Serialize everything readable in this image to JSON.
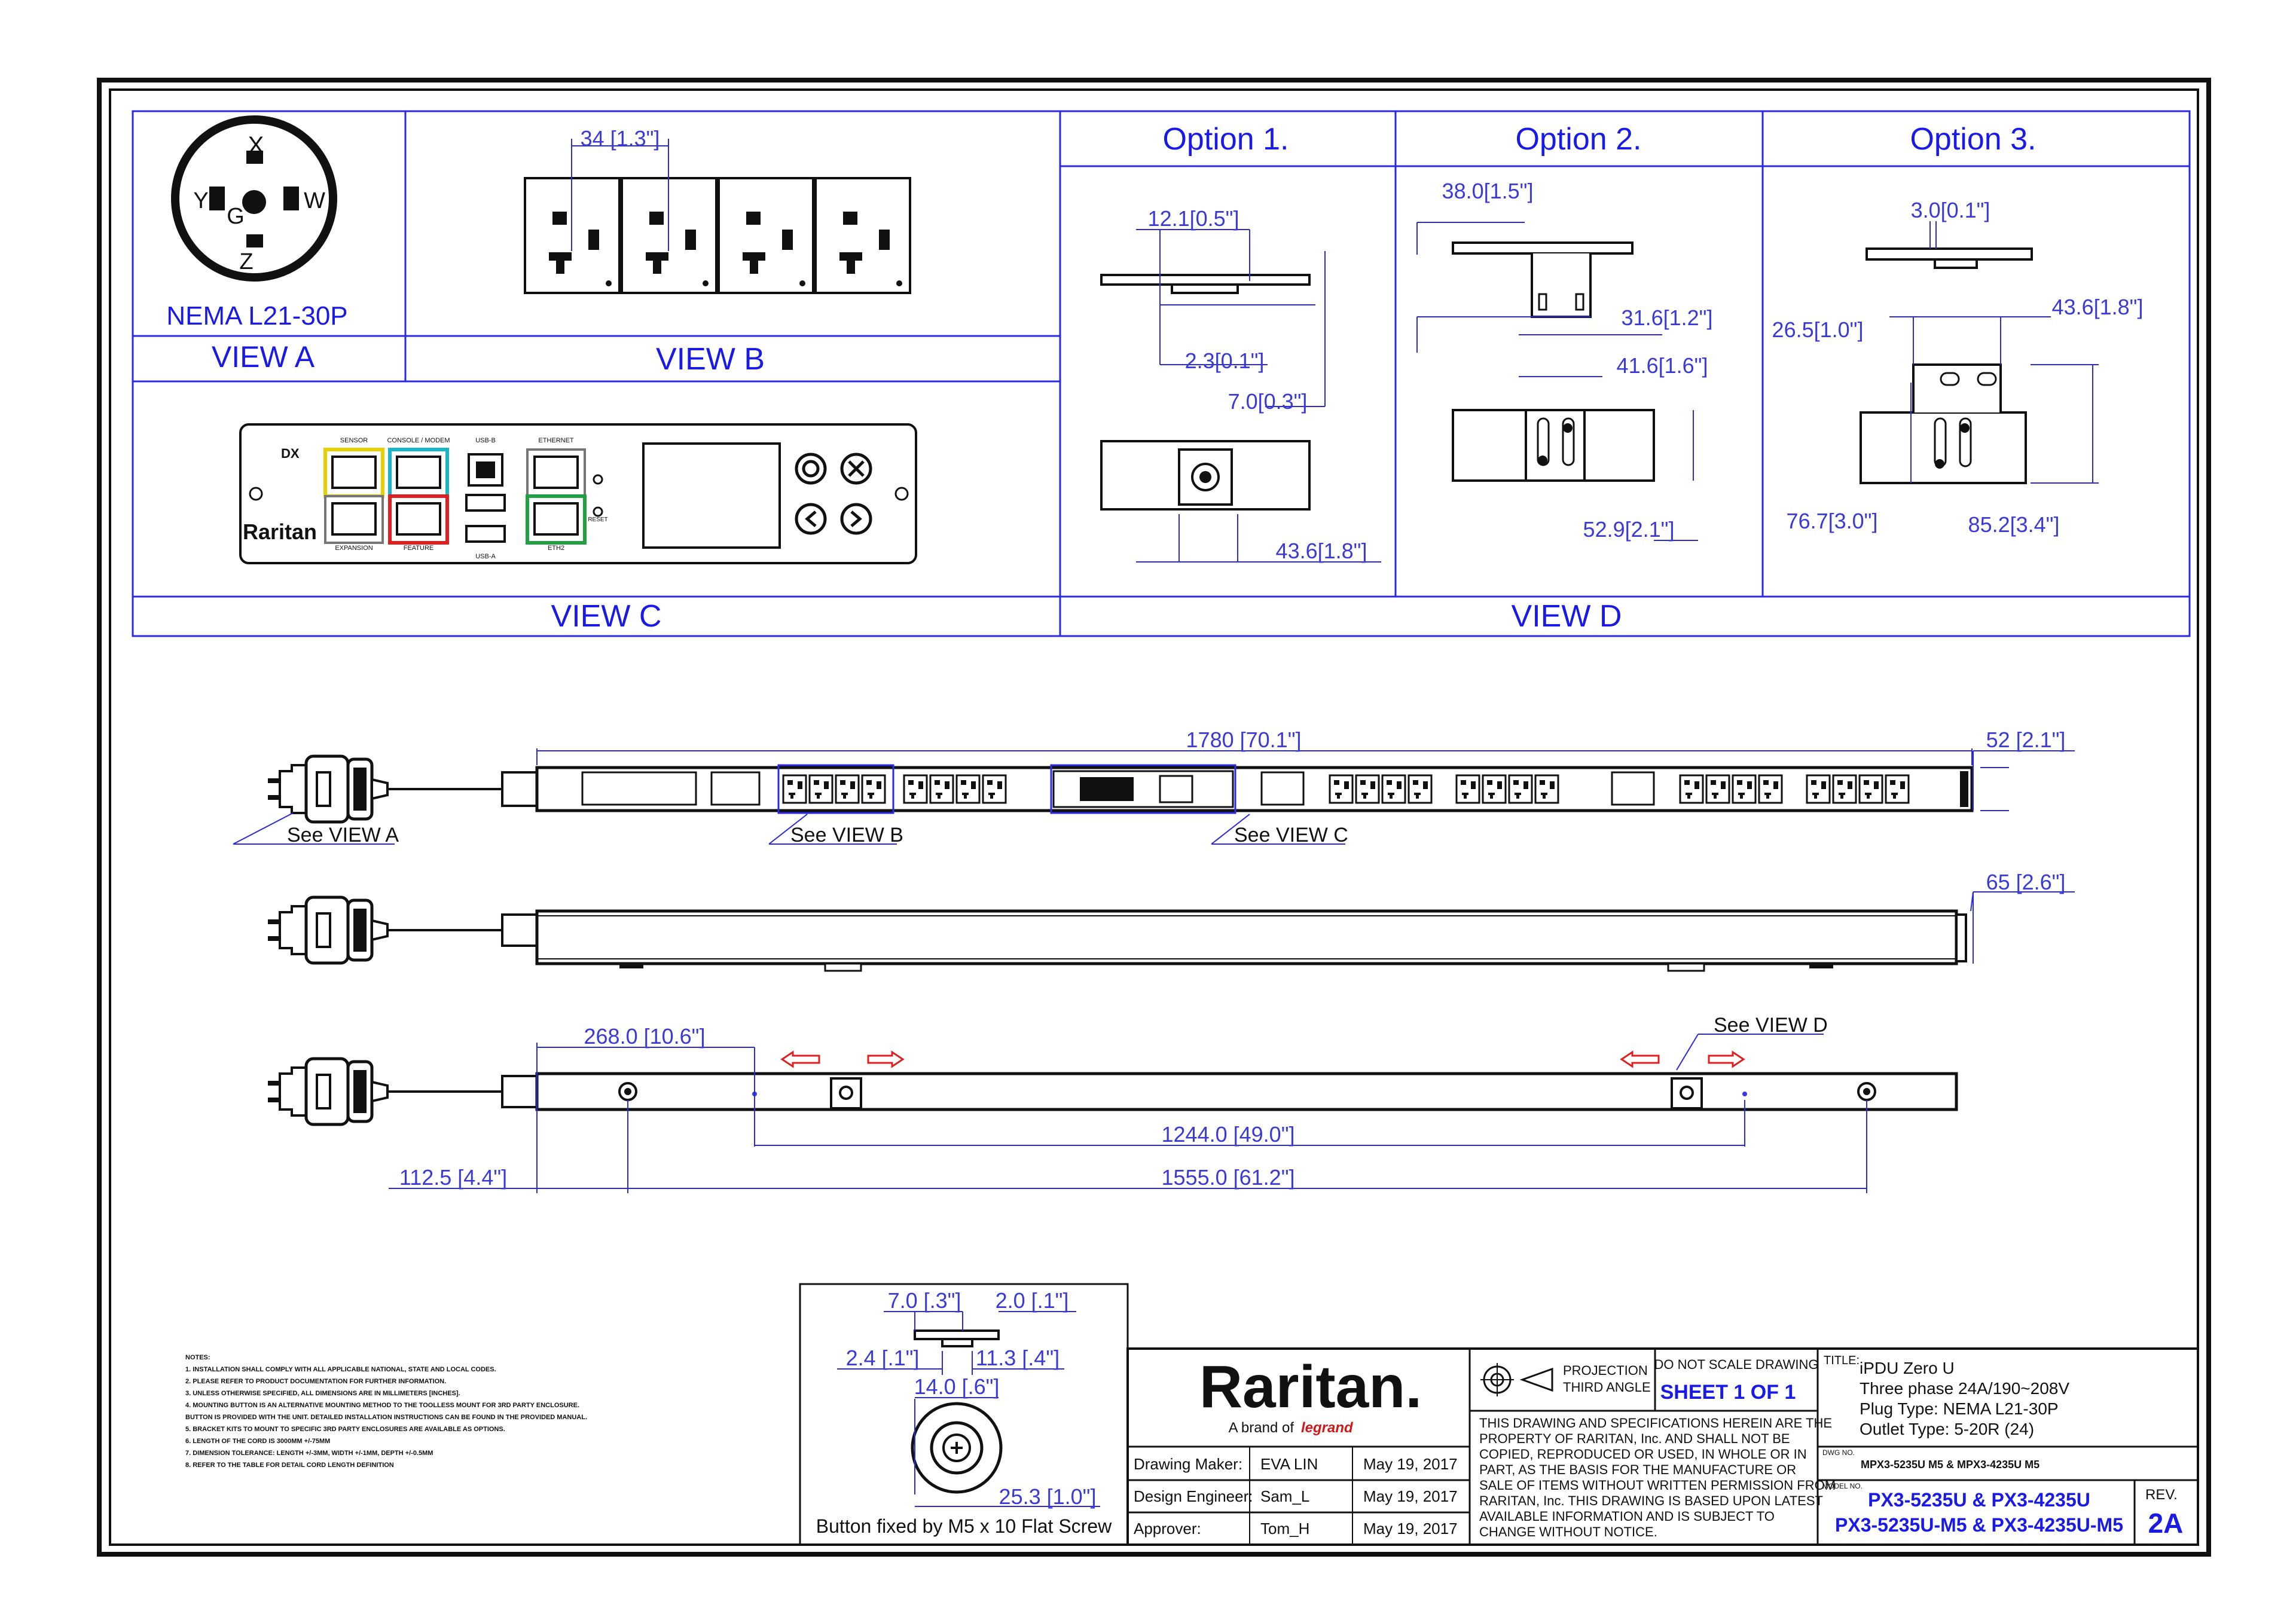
{
  "views": {
    "view_a": {
      "label": "VIEW A",
      "plug_name": "NEMA L21-30P",
      "pins": [
        "X",
        "Y",
        "W",
        "G",
        "Z"
      ]
    },
    "view_b": {
      "label": "VIEW B",
      "dim": "34 [1.3\"]"
    },
    "view_c": {
      "label": "VIEW C",
      "brand": "Raritan",
      "ports": [
        "SENSOR",
        "CONSOLE / MODEM",
        "USB-B",
        "ETHERNET",
        "EXPANSION",
        "FEATURE",
        "USB-A",
        "ETH2",
        "RESET"
      ]
    },
    "view_d": {
      "label": "VIEW D"
    }
  },
  "options": [
    {
      "label": "Option 1.",
      "dims": [
        "12.1[0.5\"]",
        "2.3[0.1\"]",
        "7.0[0.3\"]",
        "43.6[1.8\"]"
      ]
    },
    {
      "label": "Option  2.",
      "dims": [
        "38.0[1.5\"]",
        "31.6[1.2\"]",
        "41.6[1.6\"]",
        "52.9[2.1\"]"
      ]
    },
    {
      "label": "Option 3.",
      "dims": [
        "3.0[0.1\"]",
        "26.5[1.0\"]",
        "43.6[1.8\"]",
        "76.7[3.0\"]",
        "85.2[3.4\"]"
      ]
    }
  ],
  "main": {
    "length": "1780  [70.1\"]",
    "width": "52  [2.1\"]",
    "depth": "65  [2.6\"]",
    "see_view_a": "See VIEW A",
    "see_view_b": "See VIEW B",
    "see_view_c": "See VIEW C",
    "see_view_d": "See VIEW D",
    "d268": "268.0  [10.6\"]",
    "d1244": "1244.0  [49.0\"]",
    "d112": "112.5  [4.4\"]",
    "d1555": "1555.0  [61.2\"]"
  },
  "notes": {
    "title": "NOTES:",
    "items": [
      "1. INSTALLATION SHALL COMPLY WITH ALL APPLICABLE NATIONAL, STATE AND LOCAL CODES.",
      "2. PLEASE REFER TO PRODUCT DOCUMENTATION FOR FURTHER INFORMATION.",
      "3. UNLESS OTHERWISE SPECIFIED, ALL DIMENSIONS ARE IN MILLIMETERS [INCHES].",
      "4. MOUNTING BUTTON IS AN ALTERNATIVE MOUNTING METHOD TO THE TOOLLESS MOUNT FOR 3RD PARTY ENCLOSURE.",
      "   BUTTON IS PROVIDED WITH THE UNIT. DETAILED INSTALLATION INSTRUCTIONS CAN BE FOUND IN THE PROVIDED MANUAL.",
      "5. BRACKET KITS TO MOUNT TO SPECIFIC 3RD PARTY ENCLOSURES ARE AVAILABLE AS OPTIONS.",
      "6. LENGTH OF THE CORD IS 3000MM +/-75MM",
      "7. DIMENSION TOLERANCE: LENGTH +/-3MM, WIDTH +/-1MM, DEPTH +/-0.5MM",
      "8. REFER TO THE TABLE FOR DETAIL CORD LENGTH DEFINITION"
    ]
  },
  "button_detail": {
    "caption": "Button fixed by M5 x 10 Flat Screw",
    "dims": [
      "7.0  [.3\"]",
      "2.0  [.1\"]",
      "2.4  [.1\"]",
      "11.3  [.4\"]",
      "14.0  [.6\"]",
      "25.3  [1.0\"]"
    ]
  },
  "title_block": {
    "logo": "Raritan.",
    "tagline_prefix": "A brand of",
    "tagline_brand": "legrand",
    "drawing_maker_label": "Drawing Maker:",
    "drawing_maker": "EVA LIN",
    "drawing_maker_date": "May 19, 2017",
    "design_engineer_label": "Design Engineer:",
    "design_engineer": "Sam_L",
    "design_engineer_date": "May 19, 2017",
    "approver_label": "Approver:",
    "approver": "Tom_H",
    "approver_date": "May 19, 2017",
    "projection_line1": "PROJECTION",
    "projection_line2": "THIRD ANGLE",
    "do_not_scale": "DO NOT SCALE DRAWING",
    "sheet": "SHEET 1 OF 1",
    "disclaimer": [
      "THIS DRAWING AND SPECIFICATIONS HEREIN ARE THE",
      "PROPERTY OF RARITAN, Inc. AND SHALL NOT BE",
      "COPIED, REPRODUCED OR USED, IN WHOLE OR IN",
      "PART, AS THE BASIS FOR THE MANUFACTURE OR",
      "SALE OF ITEMS WITHOUT WRITTEN PERMISSION FROM",
      "RARITAN, Inc. THIS DRAWING IS BASED UPON LATEST",
      "AVAILABLE INFORMATION AND IS SUBJECT TO",
      "CHANGE WITHOUT NOTICE."
    ],
    "title_label": "TITLE:",
    "title_lines": [
      "iPDU Zero U",
      "Three phase 24A/190~208V",
      "Plug Type: NEMA L21-30P",
      "Outlet Type: 5-20R (24)"
    ],
    "dwg_label": "DWG NO.",
    "dwg_no": "MPX3-5235U M5 & MPX3-4235U M5",
    "model_label": "MODEL NO.",
    "model_line1": "PX3-5235U & PX3-4235U",
    "model_line2": "PX3-5235U-M5 & PX3-4235U-M5",
    "rev_label": "REV.",
    "rev": "2A"
  }
}
